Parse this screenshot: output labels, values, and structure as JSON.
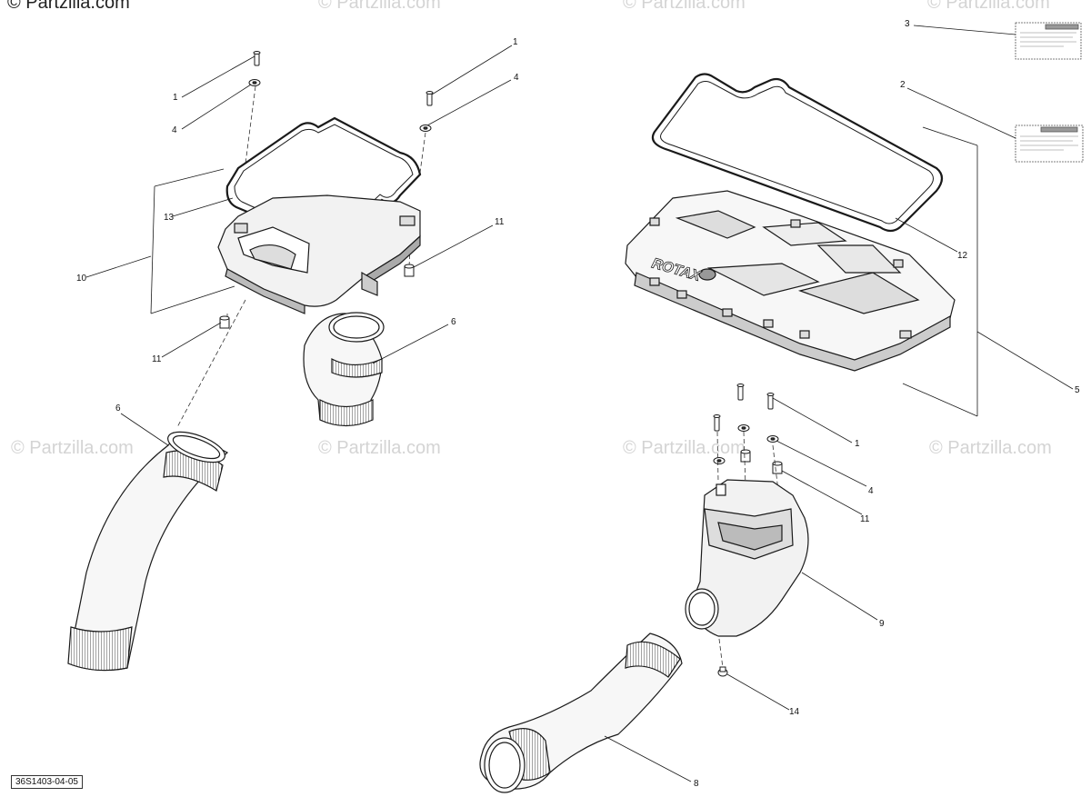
{
  "watermark": {
    "primary": "© Partzilla.com",
    "faded": "© Partzilla.com"
  },
  "document_number": "36S1403-04-05",
  "brand_text": "ROTAX",
  "callouts": [
    {
      "id": "c1a",
      "text": "1"
    },
    {
      "id": "c4a",
      "text": "4"
    },
    {
      "id": "c1b",
      "text": "1"
    },
    {
      "id": "c4b",
      "text": "4"
    },
    {
      "id": "c13",
      "text": "13"
    },
    {
      "id": "c10",
      "text": "10"
    },
    {
      "id": "c11a",
      "text": "11"
    },
    {
      "id": "c11b",
      "text": "11"
    },
    {
      "id": "c6a",
      "text": "6"
    },
    {
      "id": "c6b",
      "text": "6"
    },
    {
      "id": "c3",
      "text": "3"
    },
    {
      "id": "c2",
      "text": "2"
    },
    {
      "id": "c12",
      "text": "12"
    },
    {
      "id": "c5",
      "text": "5"
    },
    {
      "id": "c1c",
      "text": "1"
    },
    {
      "id": "c4c",
      "text": "4"
    },
    {
      "id": "c11c",
      "text": "11"
    },
    {
      "id": "c9",
      "text": "9"
    },
    {
      "id": "c14",
      "text": "14"
    },
    {
      "id": "c8",
      "text": "8"
    }
  ],
  "colors": {
    "line": "#1a1a1a",
    "watermark": "#d4d4d4",
    "part_fill": "#f2f2f2",
    "shade": "#9a9a9a"
  }
}
